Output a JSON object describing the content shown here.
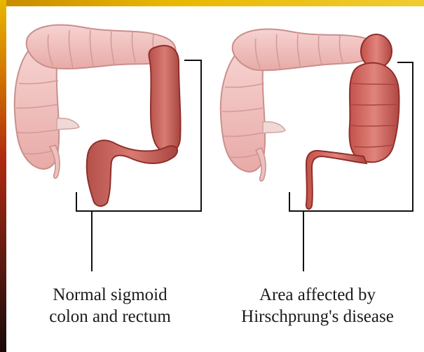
{
  "colors": {
    "stripe_yellow": "#e8b800",
    "stripe_dark": "#5a1a10",
    "normal_colon_fill": "#f2c4c2",
    "normal_colon_edge": "#c98f8c",
    "affected_fill": "#c9605a",
    "affected_edge": "#8f2f2b",
    "bracket": "#111111"
  },
  "panels": [
    {
      "caption": [
        "Normal sigmoid",
        "colon and rectum"
      ]
    },
    {
      "caption": [
        "Area affected by",
        "Hirschprung's disease"
      ]
    }
  ]
}
